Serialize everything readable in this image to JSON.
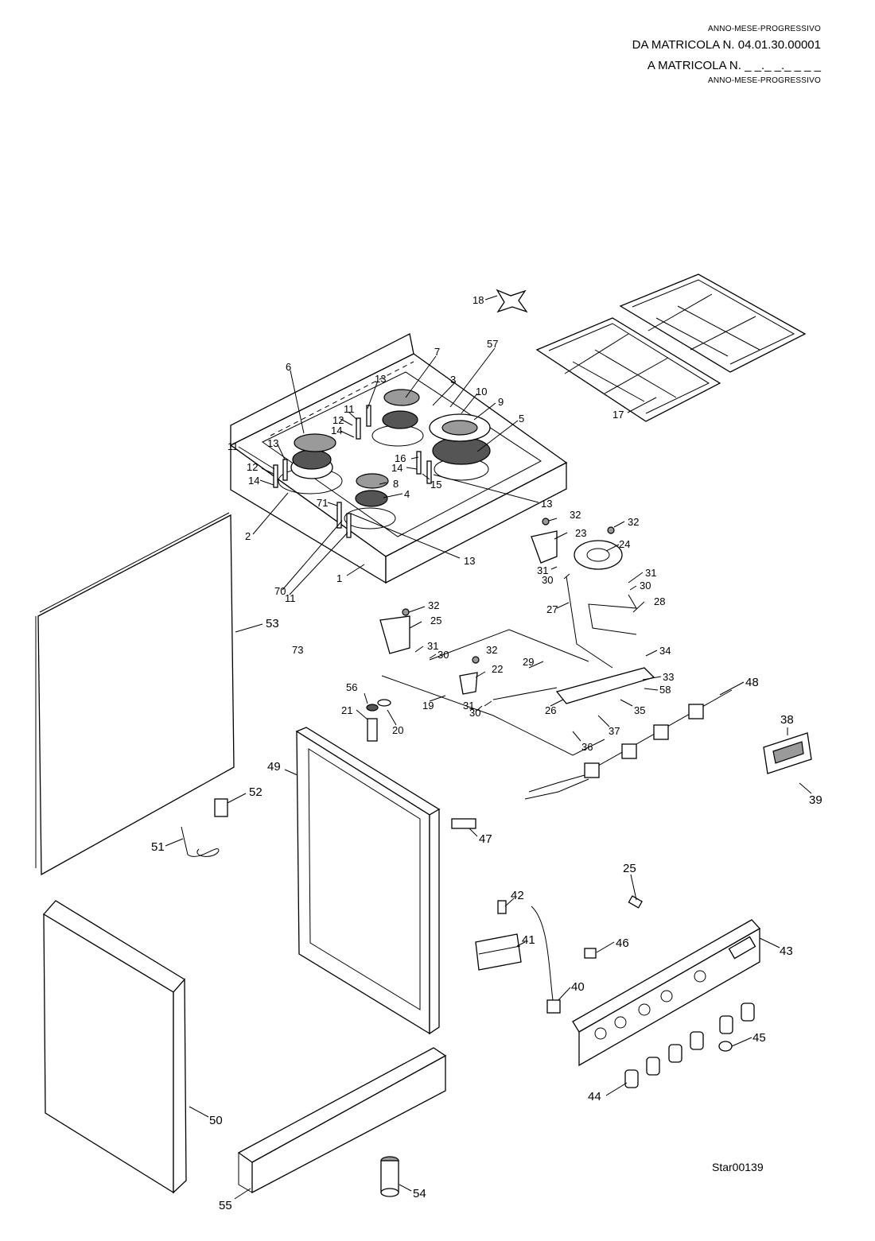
{
  "header": {
    "anno_top": "ANNO-MESE-PROGRESSIVO",
    "da_matricola": "DA MATRICOLA  N. 04.01.30.00001",
    "a_matricola": "A MATRICOLA  N. _ _._ _._ _ _ _",
    "anno_bottom": "ANNO-MESE-PROGRESSIVO"
  },
  "drawing_code": "Star00139",
  "labels": {
    "p1": "1",
    "p2": "2",
    "p3": "3",
    "p4": "4",
    "p5": "5",
    "p6": "6",
    "p7": "7",
    "p8": "8",
    "p9": "9",
    "p10": "10",
    "p11a": "11",
    "p11b": "11",
    "p11c": "11",
    "p12a": "12",
    "p12b": "12",
    "p13a": "13",
    "p13b": "13",
    "p13c": "13",
    "p13d": "13",
    "p14a": "14",
    "p14b": "14",
    "p14c": "14",
    "p15": "15",
    "p16": "16",
    "p17": "17",
    "p18": "18",
    "p19": "19",
    "p20": "20",
    "p21": "21",
    "p22": "22",
    "p23": "23",
    "p24": "24",
    "p25a": "25",
    "p25b": "25",
    "p26": "26",
    "p27": "27",
    "p28": "28",
    "p29": "29",
    "p30a": "30",
    "p30b": "30",
    "p30c": "30",
    "p31a": "31",
    "p31b": "31",
    "p31c": "31",
    "p31d": "31",
    "p32a": "32",
    "p32b": "32",
    "p32c": "32",
    "p32d": "32",
    "p33": "33",
    "p34": "34",
    "p35": "35",
    "p36": "36",
    "p37": "37",
    "p38": "38",
    "p39": "39",
    "p40": "40",
    "p41": "41",
    "p42": "42",
    "p43": "43",
    "p44": "44",
    "p45": "45",
    "p46": "46",
    "p47": "47",
    "p48": "48",
    "p49": "49",
    "p50": "50",
    "p51": "51",
    "p52": "52",
    "p53": "53",
    "p54": "54",
    "p55": "55",
    "p56": "56",
    "p57": "57",
    "p58": "58",
    "p70": "70",
    "p71": "71",
    "p73": "73"
  }
}
